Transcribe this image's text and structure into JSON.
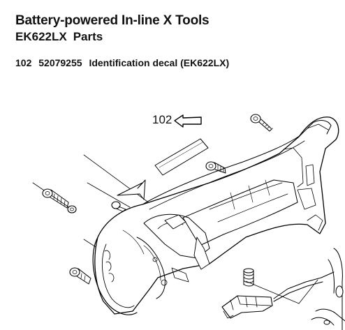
{
  "header": {
    "title": "Battery-powered In-line X Tools",
    "model": "EK622LX",
    "section": "Parts"
  },
  "part": {
    "number": "102",
    "code": "52079255",
    "description": "Identification decal (EK622LX)"
  },
  "diagram": {
    "callout_label": "102",
    "line_color": "#000000",
    "background": "#ffffff"
  }
}
